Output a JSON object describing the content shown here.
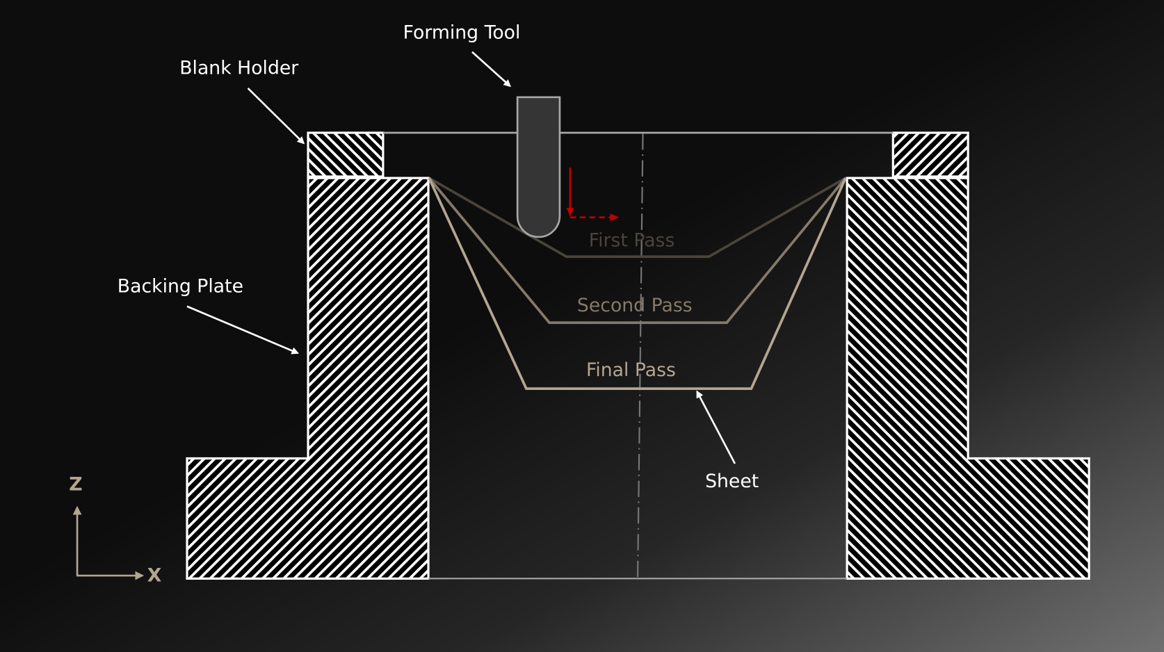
{
  "diagram": {
    "title": "Incremental sheet forming cross-section",
    "labels": {
      "forming_tool": "Forming Tool",
      "blank_holder": "Blank Holder",
      "backing_plate": "Backing Plate",
      "sheet": "Sheet"
    },
    "passes": [
      {
        "label": "First Pass",
        "color": "#4a443b"
      },
      {
        "label": "Second Pass",
        "color": "#857a69"
      },
      {
        "label": "Final Pass",
        "color": "#b3a691"
      }
    ],
    "axes": {
      "z_label": "Z",
      "x_label": "X",
      "color": "#b3a691"
    },
    "colors": {
      "background_dark": "#0d0d0d",
      "background_light": "#6a6a6a",
      "hatch": "#ffffff",
      "tool_fill": "#363536",
      "tool_outline": "#a8a8a8",
      "tool_path": "#c00000",
      "annotation": "#ffffff"
    }
  }
}
